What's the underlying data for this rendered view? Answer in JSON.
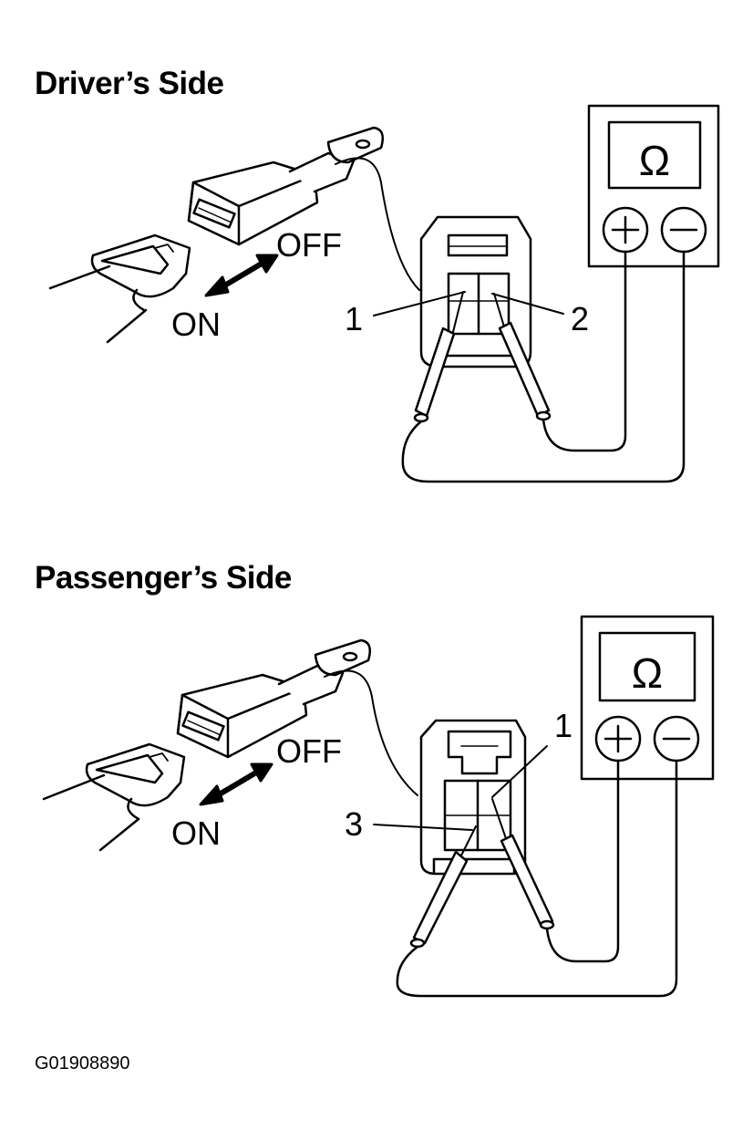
{
  "diagram": {
    "driver": {
      "title": "Driver’s Side",
      "off_label": "OFF",
      "on_label": "ON",
      "meter_symbol": "Ω",
      "terminal_a": "1",
      "terminal_b": "2"
    },
    "passenger": {
      "title": "Passenger’s Side",
      "off_label": "OFF",
      "on_label": "ON",
      "meter_symbol": "Ω",
      "terminal_a": "1",
      "terminal_b": "3"
    },
    "figure_id": "G01908890"
  },
  "icons": {
    "meter_plus": "plus-terminal-icon",
    "meter_minus": "minus-terminal-icon",
    "switch_arrow": "double-arrow-icon"
  }
}
